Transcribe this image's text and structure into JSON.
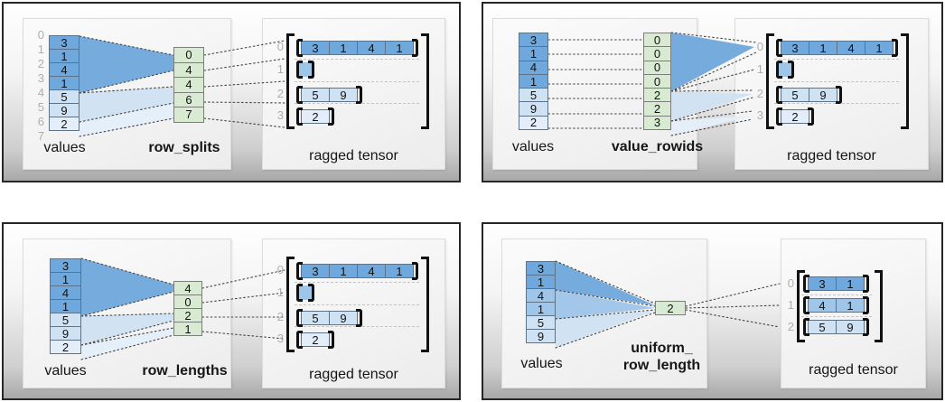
{
  "colors": {
    "dark_blue": "#6fa8dc",
    "medium_blue": "#9fc5e8",
    "light_blue": "#cfe2f3",
    "pale_blue": "#e4eefa",
    "green": "#d9ead3",
    "index_gray": "#aeaeae",
    "separator_gray": "#c4c4c4",
    "connector": "#444444"
  },
  "quadrants": {
    "row_splits": {
      "values_label": "values",
      "param_label": "row_splits",
      "tensor_label": "ragged tensor",
      "value_indices": [
        "0",
        "1",
        "2",
        "3",
        "4",
        "5",
        "6",
        "7"
      ],
      "values": [
        "3",
        "1",
        "4",
        "1",
        "5",
        "9",
        "2"
      ],
      "values_shades": [
        "d",
        "d",
        "d",
        "d",
        "l",
        "l",
        "xl"
      ],
      "param": [
        "0",
        "4",
        "4",
        "6",
        "7"
      ],
      "row_indices": [
        "0",
        "1",
        "2",
        "3"
      ],
      "rows": [
        {
          "cells": [
            "3",
            "1",
            "4",
            "1"
          ],
          "shade": "d"
        },
        {
          "cells": [],
          "shade": "m"
        },
        {
          "cells": [
            "5",
            "9"
          ],
          "shade": "l"
        },
        {
          "cells": [
            "2"
          ],
          "shade": "xl"
        }
      ]
    },
    "value_rowids": {
      "values_label": "values",
      "param_label": "value_rowids",
      "tensor_label": "ragged tensor",
      "values": [
        "3",
        "1",
        "4",
        "1",
        "5",
        "9",
        "2"
      ],
      "values_shades": [
        "d",
        "d",
        "d",
        "d",
        "l",
        "l",
        "xl"
      ],
      "param": [
        "0",
        "0",
        "0",
        "0",
        "2",
        "2",
        "3"
      ],
      "row_indices": [
        "0",
        "1",
        "2",
        "3"
      ],
      "rows": [
        {
          "cells": [
            "3",
            "1",
            "4",
            "1"
          ],
          "shade": "d"
        },
        {
          "cells": [],
          "shade": "m"
        },
        {
          "cells": [
            "5",
            "9"
          ],
          "shade": "l"
        },
        {
          "cells": [
            "2"
          ],
          "shade": "xl"
        }
      ]
    },
    "row_lengths": {
      "values_label": "values",
      "param_label": "row_lengths",
      "tensor_label": "ragged tensor",
      "values": [
        "3",
        "1",
        "4",
        "1",
        "5",
        "9",
        "2"
      ],
      "values_shades": [
        "d",
        "d",
        "d",
        "d",
        "l",
        "l",
        "xl"
      ],
      "param": [
        "4",
        "0",
        "2",
        "1"
      ],
      "row_indices": [
        "0",
        "1",
        "2",
        "3"
      ],
      "rows": [
        {
          "cells": [
            "3",
            "1",
            "4",
            "1"
          ],
          "shade": "d"
        },
        {
          "cells": [],
          "shade": "m"
        },
        {
          "cells": [
            "5",
            "9"
          ],
          "shade": "l"
        },
        {
          "cells": [
            "2"
          ],
          "shade": "xl"
        }
      ]
    },
    "uniform_row_length": {
      "values_label": "values",
      "param_label_line1": "uniform_",
      "param_label_line2": "row_length",
      "tensor_label": "ragged tensor",
      "values": [
        "3",
        "1",
        "4",
        "1",
        "5",
        "9"
      ],
      "values_shades": [
        "d",
        "d",
        "m",
        "m",
        "l",
        "l"
      ],
      "param": [
        "2"
      ],
      "row_indices": [
        "0",
        "1",
        "2"
      ],
      "rows": [
        {
          "cells": [
            "3",
            "1"
          ],
          "shade": "d"
        },
        {
          "cells": [
            "4",
            "1"
          ],
          "shade": "m"
        },
        {
          "cells": [
            "5",
            "9"
          ],
          "shade": "l"
        }
      ]
    }
  }
}
